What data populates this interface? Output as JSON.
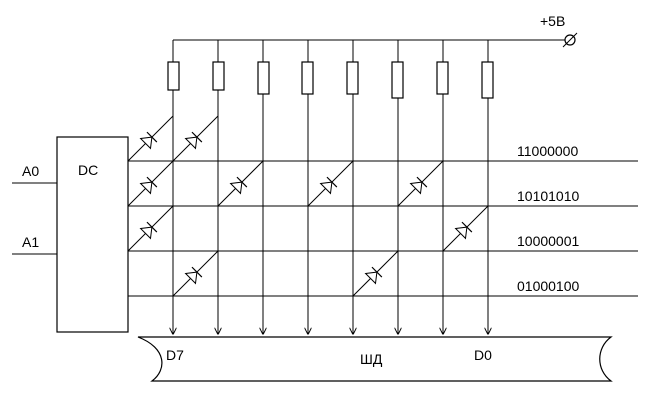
{
  "supply": {
    "label": "+5В"
  },
  "decoder": {
    "label": "DC",
    "inputs": [
      "A0",
      "A1"
    ]
  },
  "rows": [
    {
      "code": "11000000"
    },
    {
      "code": "10101010"
    },
    {
      "code": "10000001"
    },
    {
      "code": "01000100"
    }
  ],
  "bus": {
    "label": "ШД",
    "msb_label": "D7",
    "lsb_label": "D0"
  },
  "columns_count": 8
}
